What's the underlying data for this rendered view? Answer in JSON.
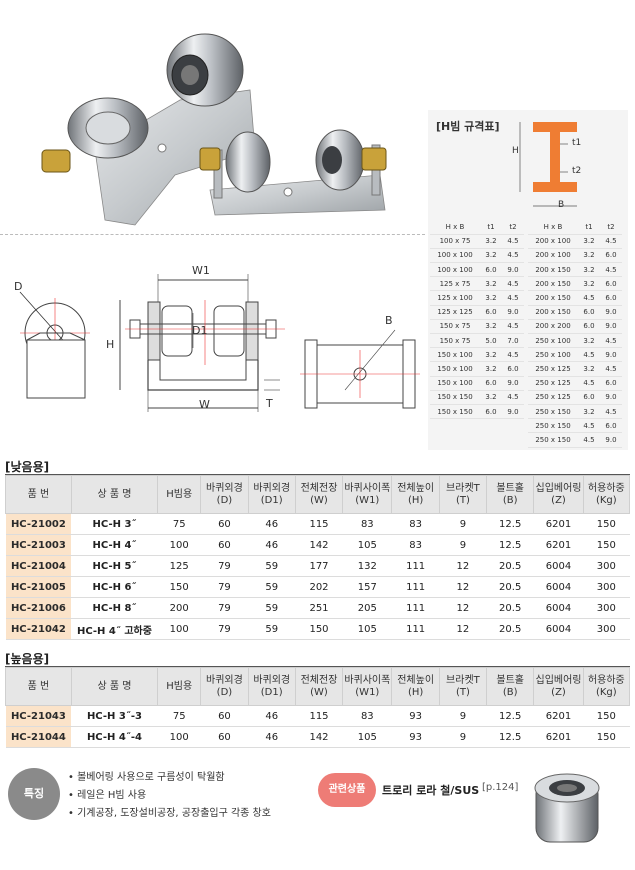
{
  "hbeam_panel": {
    "title": "[H빔 규격표]",
    "labels": {
      "h": "H",
      "b": "B",
      "t1": "t1",
      "t2": "t2"
    },
    "headers": [
      "H x B",
      "t1",
      "t2"
    ],
    "left_rows": [
      [
        "100 x 75",
        "3.2",
        "4.5"
      ],
      [
        "100 x 100",
        "3.2",
        "4.5"
      ],
      [
        "100 x 100",
        "6.0",
        "9.0"
      ],
      [
        "125 x 75",
        "3.2",
        "4.5"
      ],
      [
        "125 x 100",
        "3.2",
        "4.5"
      ],
      [
        "125 x 125",
        "6.0",
        "9.0"
      ],
      [
        "150 x 75",
        "3.2",
        "4.5"
      ],
      [
        "150 x 75",
        "5.0",
        "7.0"
      ],
      [
        "150 x 100",
        "3.2",
        "4.5"
      ],
      [
        "150 x 100",
        "3.2",
        "6.0"
      ],
      [
        "150 x 100",
        "6.0",
        "9.0"
      ],
      [
        "150 x 150",
        "3.2",
        "4.5"
      ],
      [
        "150 x 150",
        "6.0",
        "9.0"
      ]
    ],
    "right_rows": [
      [
        "200 x 100",
        "3.2",
        "4.5"
      ],
      [
        "200 x 100",
        "3.2",
        "6.0"
      ],
      [
        "200 x 150",
        "3.2",
        "4.5"
      ],
      [
        "200 x 150",
        "3.2",
        "6.0"
      ],
      [
        "200 x 150",
        "4.5",
        "6.0"
      ],
      [
        "200 x 150",
        "6.0",
        "9.0"
      ],
      [
        "200 x 200",
        "6.0",
        "9.0"
      ],
      [
        "250 x 100",
        "3.2",
        "4.5"
      ],
      [
        "250 x 100",
        "4.5",
        "9.0"
      ],
      [
        "250 x 125",
        "3.2",
        "4.5"
      ],
      [
        "250 x 125",
        "4.5",
        "6.0"
      ],
      [
        "250 x 125",
        "6.0",
        "9.0"
      ],
      [
        "250 x 150",
        "3.2",
        "4.5"
      ],
      [
        "250 x 150",
        "4.5",
        "6.0"
      ],
      [
        "250 x 150",
        "4.5",
        "9.0"
      ]
    ]
  },
  "drawing_labels": {
    "d": "D",
    "h": "H",
    "w1": "W1",
    "d1": "D1",
    "w": "W",
    "t": "T",
    "b": "B"
  },
  "low_section": {
    "title": "[낮음용]",
    "headers": [
      "품 번",
      "상 품 명",
      "H빔용",
      "바퀴외경\n(D)",
      "바퀴외경\n(D1)",
      "전체전장\n(W)",
      "바퀴사이폭\n(W1)",
      "전체높이\n(H)",
      "브라켓T\n(T)",
      "볼트홀\n(B)",
      "십입베어링\n(Z)",
      "허용하중\n(Kg)"
    ],
    "rows": [
      [
        "HC-21002",
        "HC-H 3˝",
        "75",
        "60",
        "46",
        "115",
        "83",
        "83",
        "9",
        "12.5",
        "6201",
        "150"
      ],
      [
        "HC-21003",
        "HC-H 4˝",
        "100",
        "60",
        "46",
        "142",
        "105",
        "83",
        "9",
        "12.5",
        "6201",
        "150"
      ],
      [
        "HC-21004",
        "HC-H 5˝",
        "125",
        "79",
        "59",
        "177",
        "132",
        "111",
        "12",
        "20.5",
        "6004",
        "300"
      ],
      [
        "HC-21005",
        "HC-H 6˝",
        "150",
        "79",
        "59",
        "202",
        "157",
        "111",
        "12",
        "20.5",
        "6004",
        "300"
      ],
      [
        "HC-21006",
        "HC-H 8˝",
        "200",
        "79",
        "59",
        "251",
        "205",
        "111",
        "12",
        "20.5",
        "6004",
        "300"
      ],
      [
        "HC-21042",
        "HC-H 4˝ 고하중",
        "100",
        "79",
        "59",
        "150",
        "105",
        "111",
        "12",
        "20.5",
        "6004",
        "300"
      ]
    ]
  },
  "high_section": {
    "title": "[높음용]",
    "headers": [
      "품 번",
      "상 품 명",
      "H빔용",
      "바퀴외경\n(D)",
      "바퀴외경\n(D1)",
      "전체전장\n(W)",
      "바퀴사이폭\n(W1)",
      "전체높이\n(H)",
      "브라켓T\n(T)",
      "볼트홀\n(B)",
      "십입베어링\n(Z)",
      "허용하중\n(Kg)"
    ],
    "rows": [
      [
        "HC-21043",
        "HC-H 3˝-3",
        "75",
        "60",
        "46",
        "115",
        "83",
        "93",
        "9",
        "12.5",
        "6201",
        "150"
      ],
      [
        "HC-21044",
        "HC-H 4˝-4",
        "100",
        "60",
        "46",
        "142",
        "105",
        "93",
        "9",
        "12.5",
        "6201",
        "150"
      ]
    ]
  },
  "features": {
    "badge": "특징",
    "items": [
      "볼베어링 사용으로 구름성이 탁월함",
      "레일은 H빔 사용",
      "기계공장, 도장설비공장, 공장출입구 각종 창호"
    ]
  },
  "related": {
    "badge": "관련상품",
    "name": "트로리 로라 철/SUS",
    "page": "[p.124]"
  },
  "colors": {
    "code_bg": "#fbe3c9",
    "accent_orange": "#ef7d33",
    "badge_pink": "#ee7c76"
  }
}
